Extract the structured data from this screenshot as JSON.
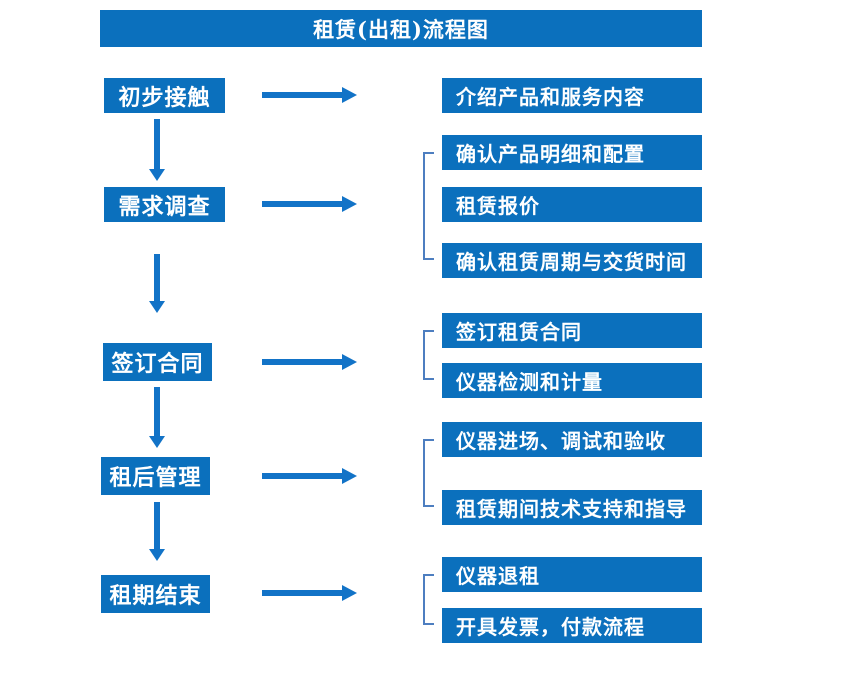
{
  "title": "租赁(出租)流程图",
  "stages": [
    {
      "label": "初步接触",
      "details": [
        "介绍产品和服务内容"
      ]
    },
    {
      "label": "需求调查",
      "details": [
        "确认产品明细和配置",
        "租赁报价",
        "确认租赁周期与交货时间"
      ]
    },
    {
      "label": "签订合同",
      "details": [
        "签订租赁合同",
        "仪器检测和计量"
      ]
    },
    {
      "label": "租后管理",
      "details": [
        "仪器进场、调试和验收",
        "租赁期间技术支持和指导"
      ]
    },
    {
      "label": "租期结束",
      "details": [
        "仪器退租",
        "开具发票，付款流程"
      ]
    }
  ],
  "colors": {
    "box": "#0b70bd",
    "arrow": "#1273c7",
    "bracket": "#4d7ec0",
    "text": "#ffffff"
  }
}
